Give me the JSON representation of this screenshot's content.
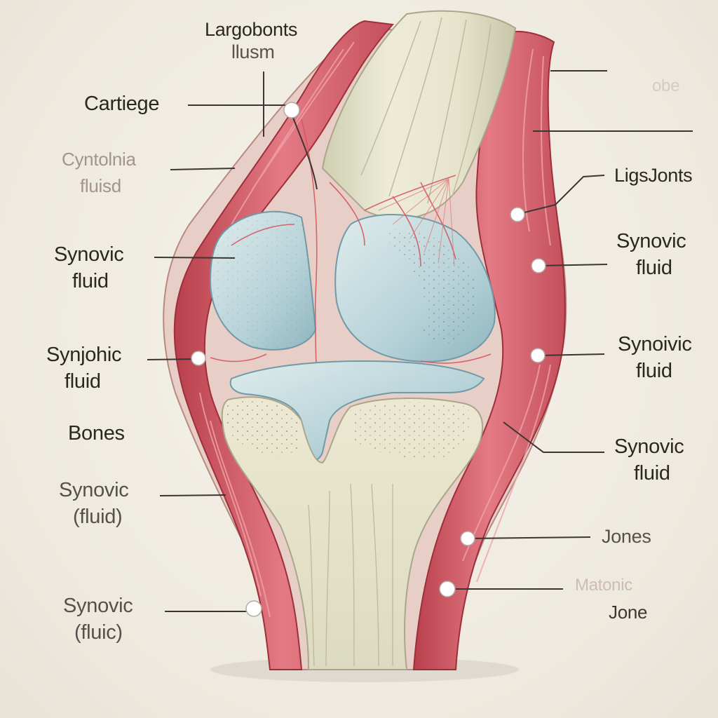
{
  "labels": {
    "top_line1": "Largobonts",
    "top_line2": "llusm",
    "cartilage": "Cartiege",
    "left2_line1": "Cyntolnia",
    "left2_line2": "fluisd",
    "left3_line1": "Synovic",
    "left3_line2": "fluid",
    "left4_line1": "Synjohic",
    "left4_line2": "fluid",
    "bones": "Bones",
    "left6_line1": "Synovic",
    "left6_line2": "(fluid)",
    "left7_line1": "Synovic",
    "left7_line2": "(fluic)",
    "right_faint": "obe",
    "right1": "LigsJonts",
    "right2_line1": "Synovic",
    "right2_line2": "fluid",
    "right3_line1": "Synoivic",
    "right3_line2": "fluid",
    "right4_line1": "Synovic",
    "right4_line2": "fluid",
    "right5": "Jones",
    "right6_line1": "Matonic",
    "right6_line2": "Jone"
  },
  "colors": {
    "background": "#f1ede4",
    "muscle": "#d95c6a",
    "muscle_dark": "#a8343f",
    "bone": "#e8e6cf",
    "cartilage": "#bcd7dc",
    "leader_line": "#3c3531",
    "marker": "#ffffff"
  }
}
